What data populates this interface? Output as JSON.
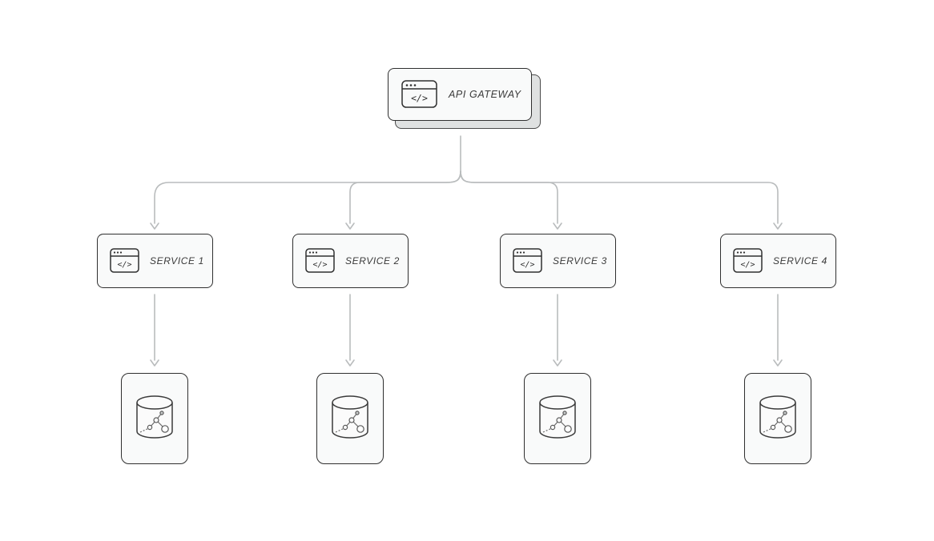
{
  "gateway": {
    "label": "API GATEWAY"
  },
  "services": [
    {
      "label": "SERVICE 1"
    },
    {
      "label": "SERVICE 2"
    },
    {
      "label": "SERVICE 3"
    },
    {
      "label": "SERVICE 4"
    }
  ],
  "databases": [
    {
      "name": "database-1"
    },
    {
      "name": "database-2"
    },
    {
      "name": "database-3"
    },
    {
      "name": "database-4"
    }
  ],
  "icons": {
    "code_glyph": "</>"
  },
  "colors": {
    "canvas": "#ffffff",
    "node_border": "#2f2f2f",
    "node_fill": "#f9fafa",
    "arrow": "#b9bcbd",
    "label": "#3a3a3a"
  }
}
